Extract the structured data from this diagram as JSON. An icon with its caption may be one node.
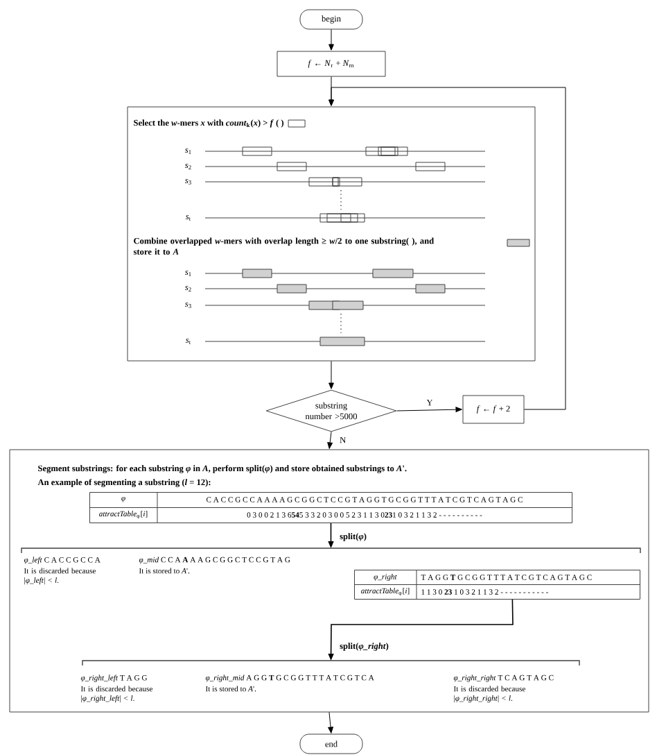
{
  "diagram": {
    "nodes": [
      {
        "text": [
          "begin"
        ]
      },
      {
        "text": [
          "*f* ← *N*$_{r}$ + *N*$_{m}$"
        ]
      },
      {
        "text": [
          "Select the *w*-mers *x* with *count*$_{k}$(*x*) > *f* ( )",
          "Combine overlapped *w*-mers with overlap length ≥ *w*/2 to one substring( ), and store it to *A*"
        ]
      },
      {
        "text": [
          "substring number >5000"
        ]
      },
      {
        "text": [
          "*f* ← *f* + 2"
        ]
      },
      {
        "text": [
          "Segment substrings: for each substring *φ* in *A*, perform split(*φ*) and store obtained substrings to *A*'.",
          "An example of segmenting a substring (*l* = 12):"
        ]
      },
      {
        "text": [],
        "shape": "box",
        "in": 5
      },
      {
        "text": [],
        "shape": "bar",
        "in": 5
      },
      {
        "text": [],
        "shape": "box",
        "in": 5
      },
      {
        "text": [],
        "shape": "bar",
        "in": 5
      },
      {
        "text": [
          "end"
        ]
      }
    ],
    "edges": [
      {
        "from": 0,
        "to": 1,
        "arrow": "to"
      },
      {
        "from": 1,
        "to": 2,
        "arrow": "to"
      },
      {
        "from": 2,
        "to": 3,
        "arrow": "to"
      },
      {
        "from": 3,
        "to": 4,
        "arrow": "to",
        "label": "Y"
      },
      {
        "from": 4,
        "to": 2,
        "arrow": "to"
      },
      {
        "from": 3,
        "to": 5,
        "arrow": "to",
        "label": "N"
      },
      {
        "from": 6,
        "to": 7,
        "arrow": "to",
        "label": "split(*φ*)"
      },
      {
        "from": 8,
        "to": 9,
        "arrow": "to",
        "label": "split(*φ_right*)"
      },
      {
        "from": 5,
        "to": 10,
        "arrow": "to"
      }
    ],
    "labels": [
      "*s*$_{1}$",
      "*s*$_{2}$",
      "*s*$_{3}$",
      "*s*$_{t}$",
      "*s*$_{1}$",
      "*s*$_{2}$",
      "*s*$_{3}$",
      "*s*$_{t}$",
      "*φ*",
      "C A C C G C C A A A A G C G G C T C C G T A G G T G C G G T T T A T C G T C A G T A G C",
      "*attractTable*$_{φ}$[*i*]",
      "0 3 0 0 2 1 3 6**54**5 3 3 2 0 3 0 0 5 2 3 1 1 3 0**23**1 0 3 2 1 1 3 2 - - - - - - - - - -",
      "*φ_left* C A C C G C C A",
      "It is discarded because |*φ_left*| < *l*.",
      "*φ_mid* C C A **A** A A G C G G C T C C G T A G",
      "It is stored to *A*'.",
      "*φ_right*",
      "T A G G **T** G C G G T T T A T C G T C A G T A G C",
      "*attractTable*$_{φ}$[*i*]",
      "1 1 3 0 **23** 1 0 3 2 1 1 3 2 - - - - - - - - - - -",
      "*φ_right_left* T A G G",
      "It is discarded because |*φ_right_left*| < *l*.",
      "*φ_right_mid* A G G **T** G C G G T T T A T C G T C A",
      "It is stored to *A*'.",
      "*φ_right_right* T C A G T A G C",
      "It is discarded because |*φ_right_right*| < *l*."
    ]
  }
}
